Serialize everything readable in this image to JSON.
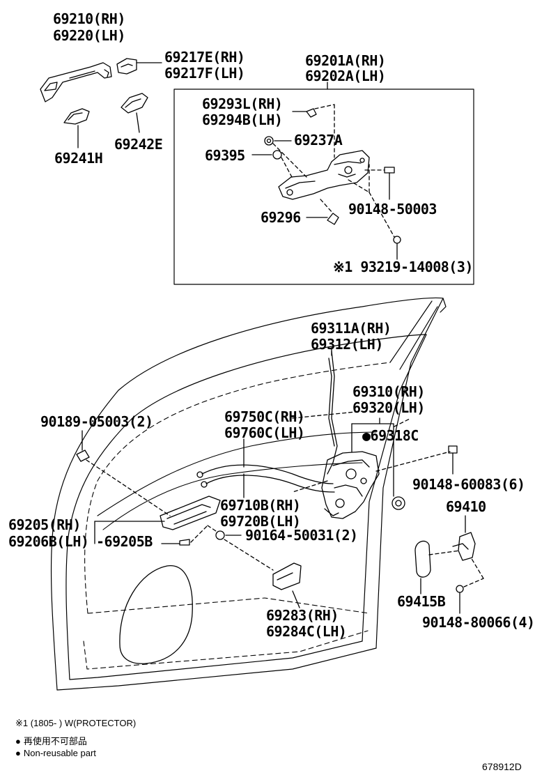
{
  "labels": {
    "p69210": "69210(RH)",
    "p69220": "69220(LH)",
    "p69217E": "69217E(RH)",
    "p69217F": "69217F(LH)",
    "p69241H": "69241H",
    "p69242E": "69242E",
    "p69201A": "69201A(RH)",
    "p69202A": "69202A(LH)",
    "p69293L": "69293L(RH)",
    "p69294B": "69294B(LH)",
    "p69237A": "69237A",
    "p69395": "69395",
    "p69296": "69296",
    "p90148_50003": "90148-50003",
    "p93219": "※1 93219-14008(3)",
    "p69311A": "69311A(RH)",
    "p69312": "69312(LH)",
    "p69310": "69310(RH)",
    "p69320": "69320(LH)",
    "p69318C": "●69318C",
    "p90189": "90189-05003(2)",
    "p69750C": "69750C(RH)",
    "p69760C": "69760C(LH)",
    "p90148_60083": "90148-60083(6)",
    "p69410": "69410",
    "p69710B": "69710B(RH)",
    "p69720B": "69720B(LH)",
    "p69205": "69205(RH)",
    "p69206B": "69206B(LH)",
    "p69205B": "-69205B",
    "p90164": "90164-50031(2)",
    "p69415B": "69415B",
    "p90148_80066": "90148-80066(4)",
    "p69283": "69283(RH)",
    "p69284C": "69284C(LH)"
  },
  "notes": {
    "footnote1": "※1 (1805-      ) W(PROTECTOR)",
    "legend_jp": "再使用不可部品",
    "legend_en": "Non-reusable part"
  },
  "diagram_code": "678912D"
}
